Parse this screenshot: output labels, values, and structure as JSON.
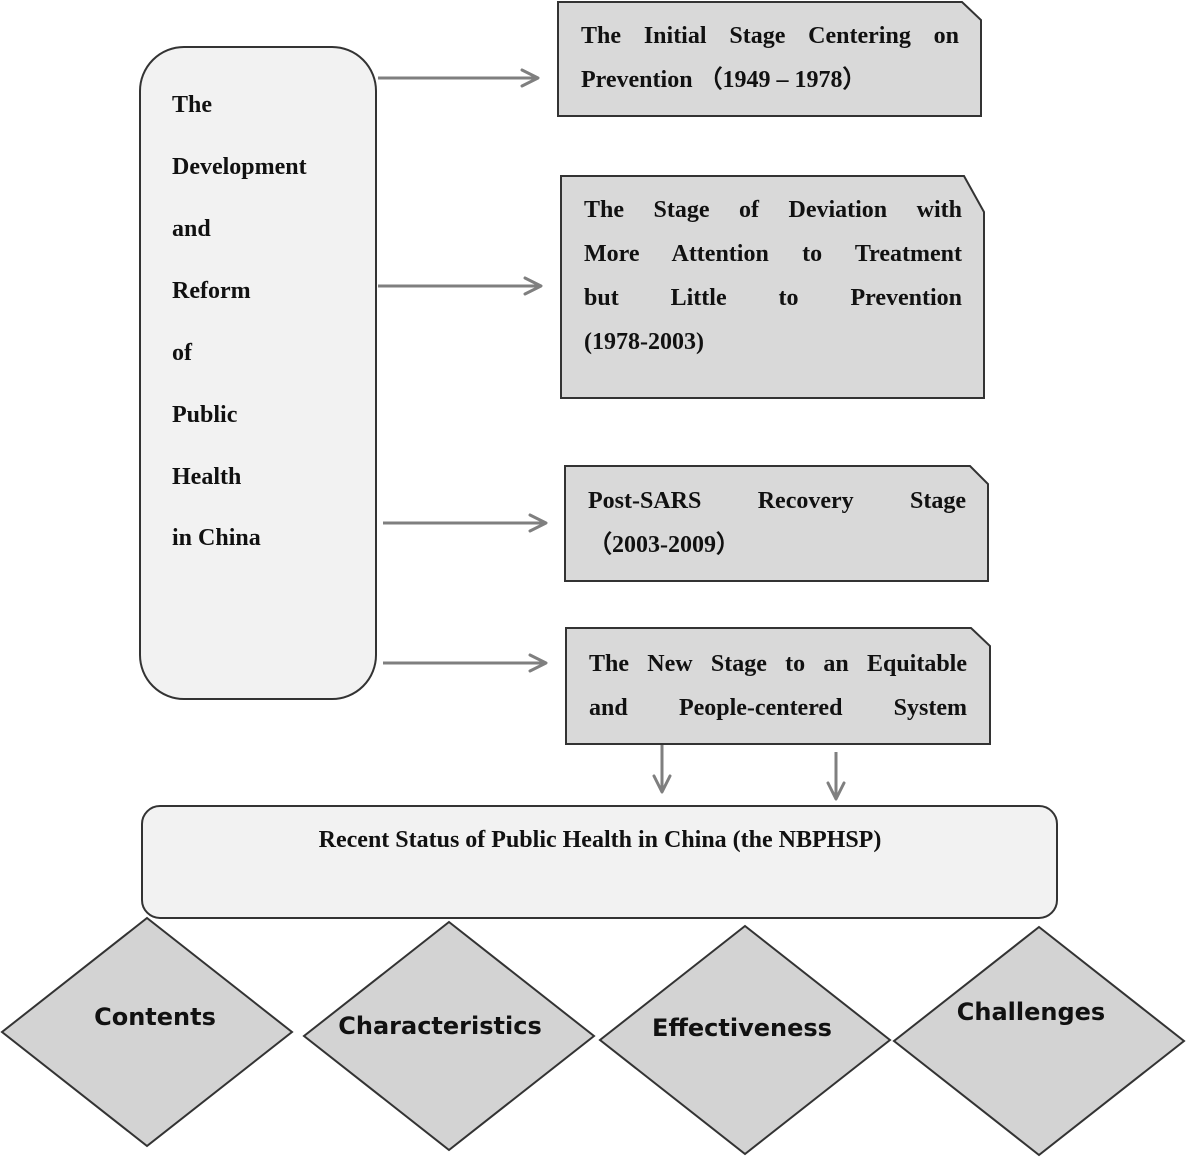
{
  "main_box": {
    "words": [
      "The",
      "Development",
      "and",
      "Reform",
      "of",
      "Public",
      "Health",
      "in China"
    ]
  },
  "stages": [
    {
      "lines": [
        "The Initial Stage Centering on",
        "Prevention （1949 – 1978）"
      ]
    },
    {
      "lines": [
        "The Stage of Deviation with",
        "More Attention to Treatment",
        "but Little to Prevention",
        "(1978-2003)"
      ]
    },
    {
      "lines": [
        "Post-SARS Recovery Stage",
        "（2003-2009）"
      ]
    },
    {
      "lines": [
        "The New Stage to an Equitable",
        "and People-centered System"
      ]
    }
  ],
  "status": {
    "title": "Recent Status of Public Health in China (the NBPHSP)"
  },
  "aspects": [
    "Contents",
    "Characteristics",
    "Effectiveness",
    "Challenges"
  ],
  "colors": {
    "box_fill_light": "#f2f2f2",
    "box_fill_gray": "#d9d9d9",
    "diamond_fill": "#d3d3d3",
    "border": "#333333",
    "arrow": "#7f7f7f"
  }
}
